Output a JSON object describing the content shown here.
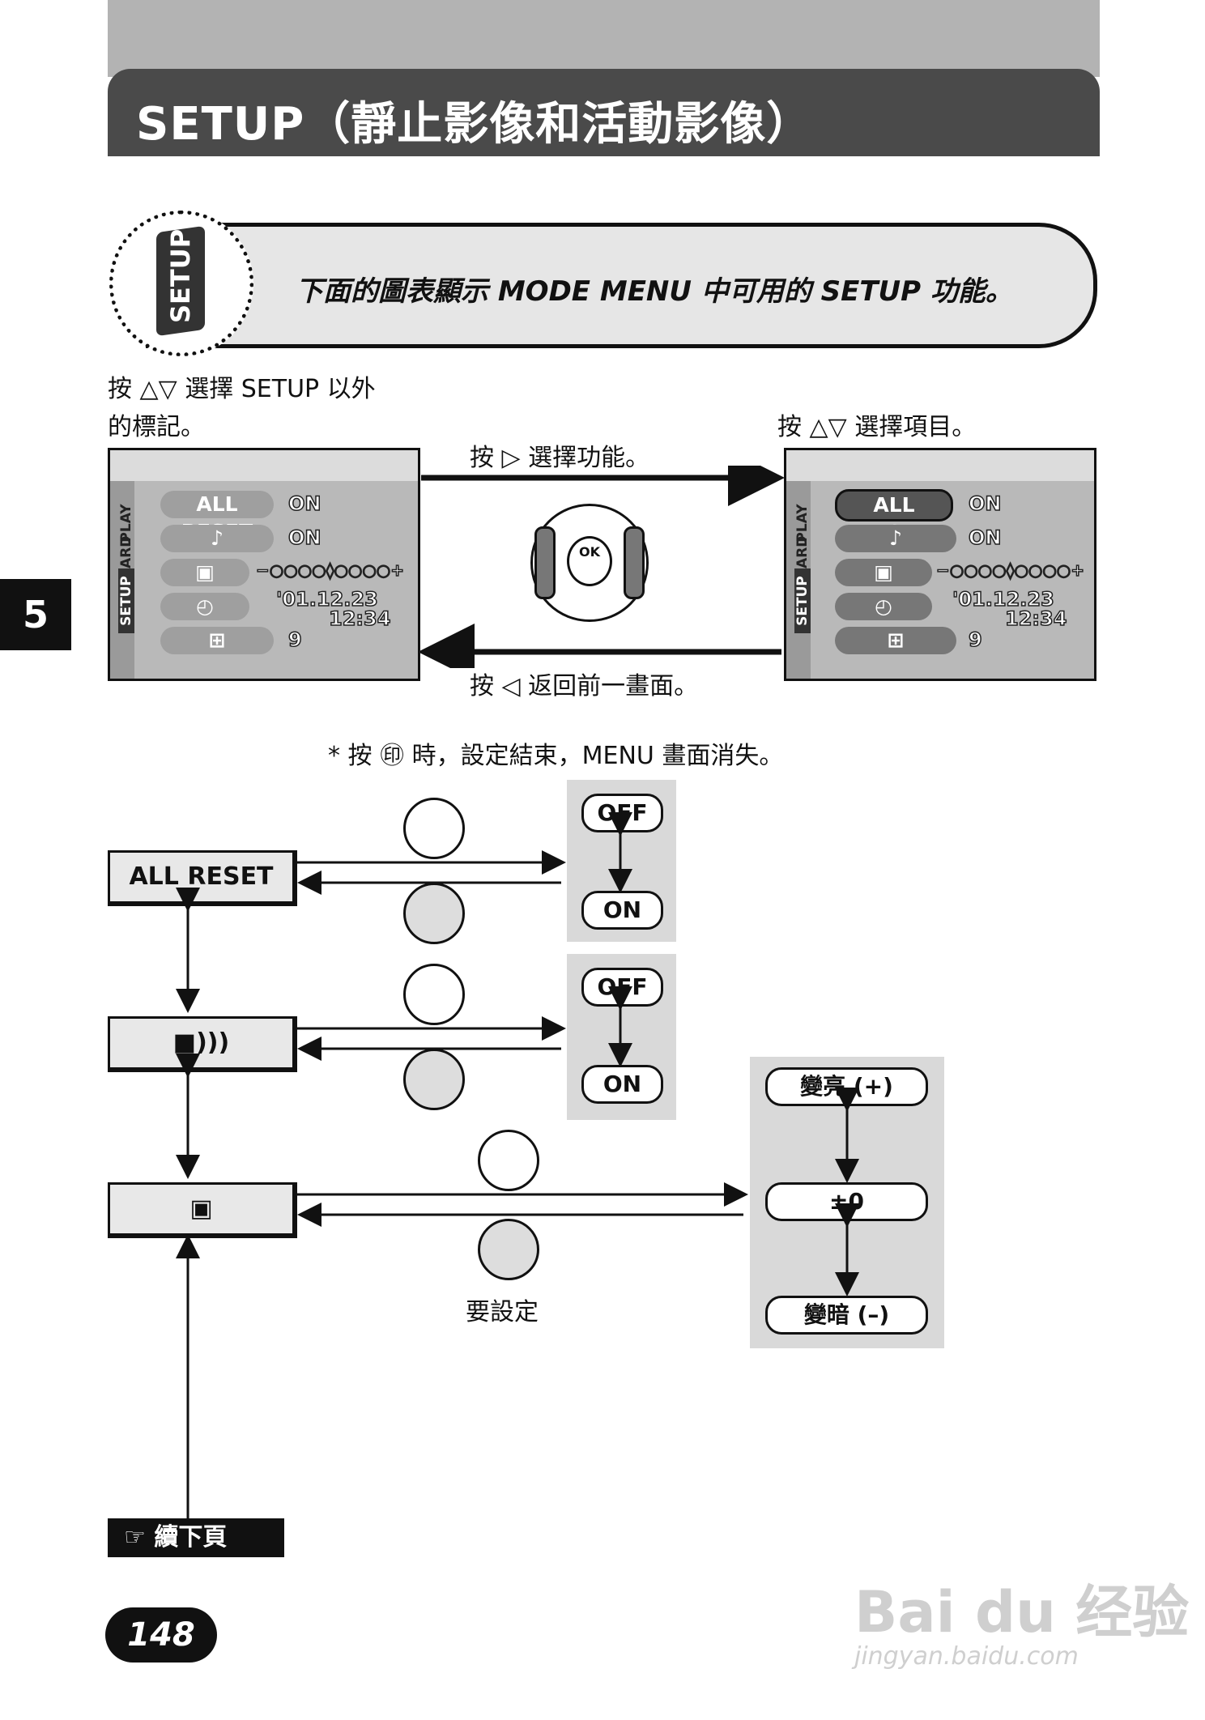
{
  "header": {
    "title": "SETUP（靜止影像和活動影像）"
  },
  "badge": {
    "label": "SETUP"
  },
  "intro": {
    "text": "下面的圖表顯示 MODE MENU 中可用的 SETUP 功能。"
  },
  "side_tab": {
    "number": "5"
  },
  "captions": {
    "left_line1": "按 △▽ 選擇 SETUP 以外",
    "left_line2": "的標記。",
    "right": "按 △▽ 選擇項目。",
    "arrow_right": "按 ▷ 選擇功能。",
    "arrow_left": "按 ◁ 返回前一畫面。",
    "note": "* 按 ㊞ 時，設定結束，MENU 畫面消失。"
  },
  "screen": {
    "tabs": [
      "PLAY",
      "CARD",
      "SETUP"
    ],
    "items": [
      "ALL RESET",
      "♪",
      "▣",
      "◴",
      "⊞"
    ],
    "values": [
      "ON",
      "ON",
      "−○○○○◊○○○○+",
      "'01.12.23",
      "12:34",
      "9"
    ]
  },
  "dpad": {
    "ok_label": "OK"
  },
  "flow": {
    "menu_items": [
      "ALL RESET",
      "■)))",
      "▣"
    ],
    "beep_options": [
      "OFF",
      "ON"
    ],
    "reset_options": [
      "OFF",
      "ON"
    ],
    "brightness_options": [
      "變亮 (+)",
      "±0",
      "變暗 (–)"
    ],
    "set_label": "要設定"
  },
  "footer": {
    "continue": "☞ 續下頁",
    "page": "148"
  },
  "watermark": {
    "logo": "Bai du 经验",
    "url": "jingyan.baidu.com"
  }
}
